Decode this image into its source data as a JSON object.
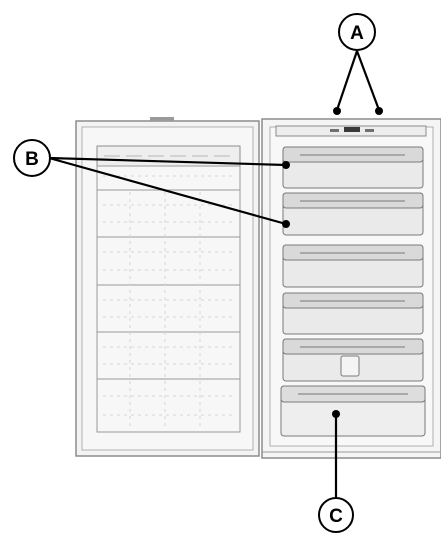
{
  "diagram": {
    "callouts": [
      {
        "id": "A",
        "label": "A"
      },
      {
        "id": "B",
        "label": "B"
      },
      {
        "id": "C",
        "label": "C"
      }
    ],
    "colors": {
      "outline": "#8c8c8c",
      "fill": "#f2f2f2",
      "drawer": "#e3e3e3",
      "grid": "#cfcfcf",
      "ink": "#000000"
    }
  }
}
